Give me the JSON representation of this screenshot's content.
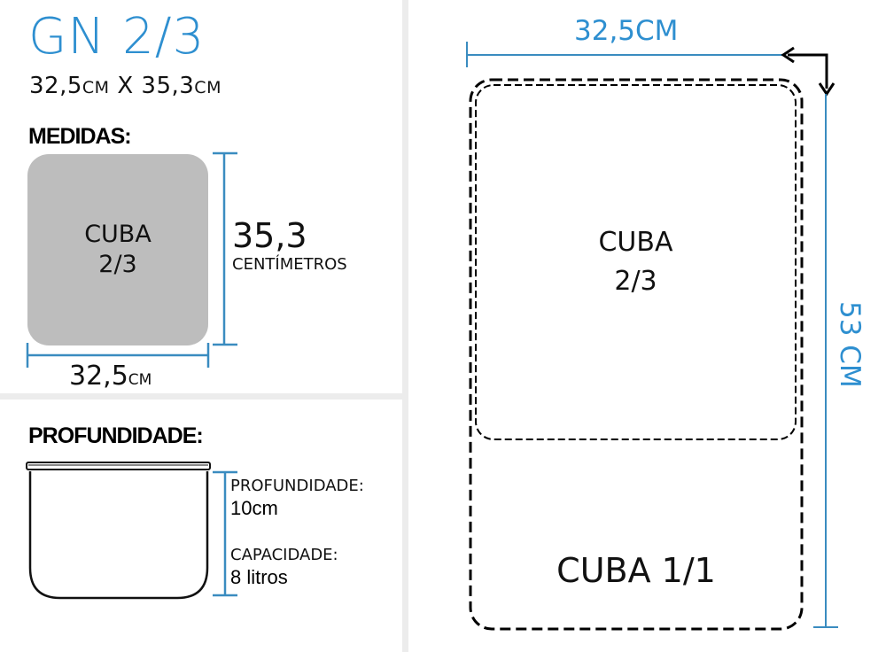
{
  "header": {
    "title": "GN 2/3",
    "size_w": "32,5",
    "size_w_unit": "CM",
    "size_sep": " X ",
    "size_h": "35,3",
    "size_h_unit": "CM"
  },
  "medidas": {
    "heading": "MEDIDAS:",
    "box_line1": "CUBA",
    "box_line2": "2/3",
    "box_color": "#bdbdbd",
    "height_value": "35,3",
    "height_unit": "CENTÍMETROS",
    "width_value": "32,5",
    "width_unit": "CM"
  },
  "profundidade": {
    "heading": "PROFUNDIDADE:",
    "depth_label": "PROFUNDIDADE:",
    "depth_value": "10cm",
    "capacity_label": "CAPACIDADE:",
    "capacity_value": "8 litros"
  },
  "comparison": {
    "top_dimension": "32,5CM",
    "side_dimension": "53 CM",
    "inner_label_line1": "CUBA",
    "inner_label_line2": "2/3",
    "outer_label": "CUBA 1/1"
  },
  "colors": {
    "accent": "#2e8fd0",
    "dimension_line": "#3a8cc0",
    "divider": "#ececec"
  }
}
